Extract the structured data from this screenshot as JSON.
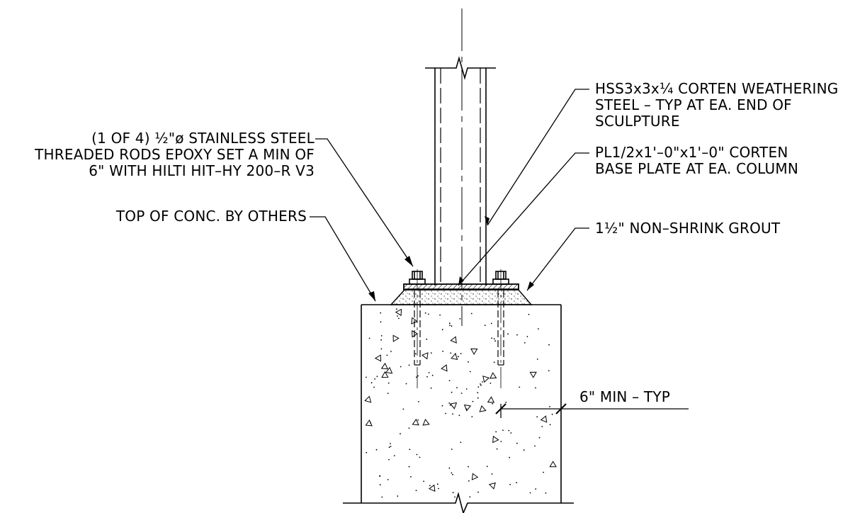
{
  "labels": {
    "threaded_rods": [
      "(1 OF 4) ½\"ø STAINLESS STEEL",
      "THREADED RODS EPOXY SET A MIN OF",
      "6\" WITH HILTI HIT–HY 200–R V3"
    ],
    "top_of_conc": [
      "TOP OF CONC. BY OTHERS"
    ],
    "hss": [
      "HSS3x3x¼ CORTEN WEATHERING",
      "STEEL – TYP AT EA. END OF",
      "SCULPTURE"
    ],
    "base_plate": [
      "PL1/2x1'–0\"x1'–0\" CORTEN",
      "BASE PLATE AT EA. COLUMN"
    ],
    "grout": [
      "1½\" NON–SHRINK GROUT"
    ],
    "dimension": [
      "6\" MIN – TYP"
    ]
  },
  "colors": {
    "line": "#000000",
    "background": "#ffffff"
  }
}
